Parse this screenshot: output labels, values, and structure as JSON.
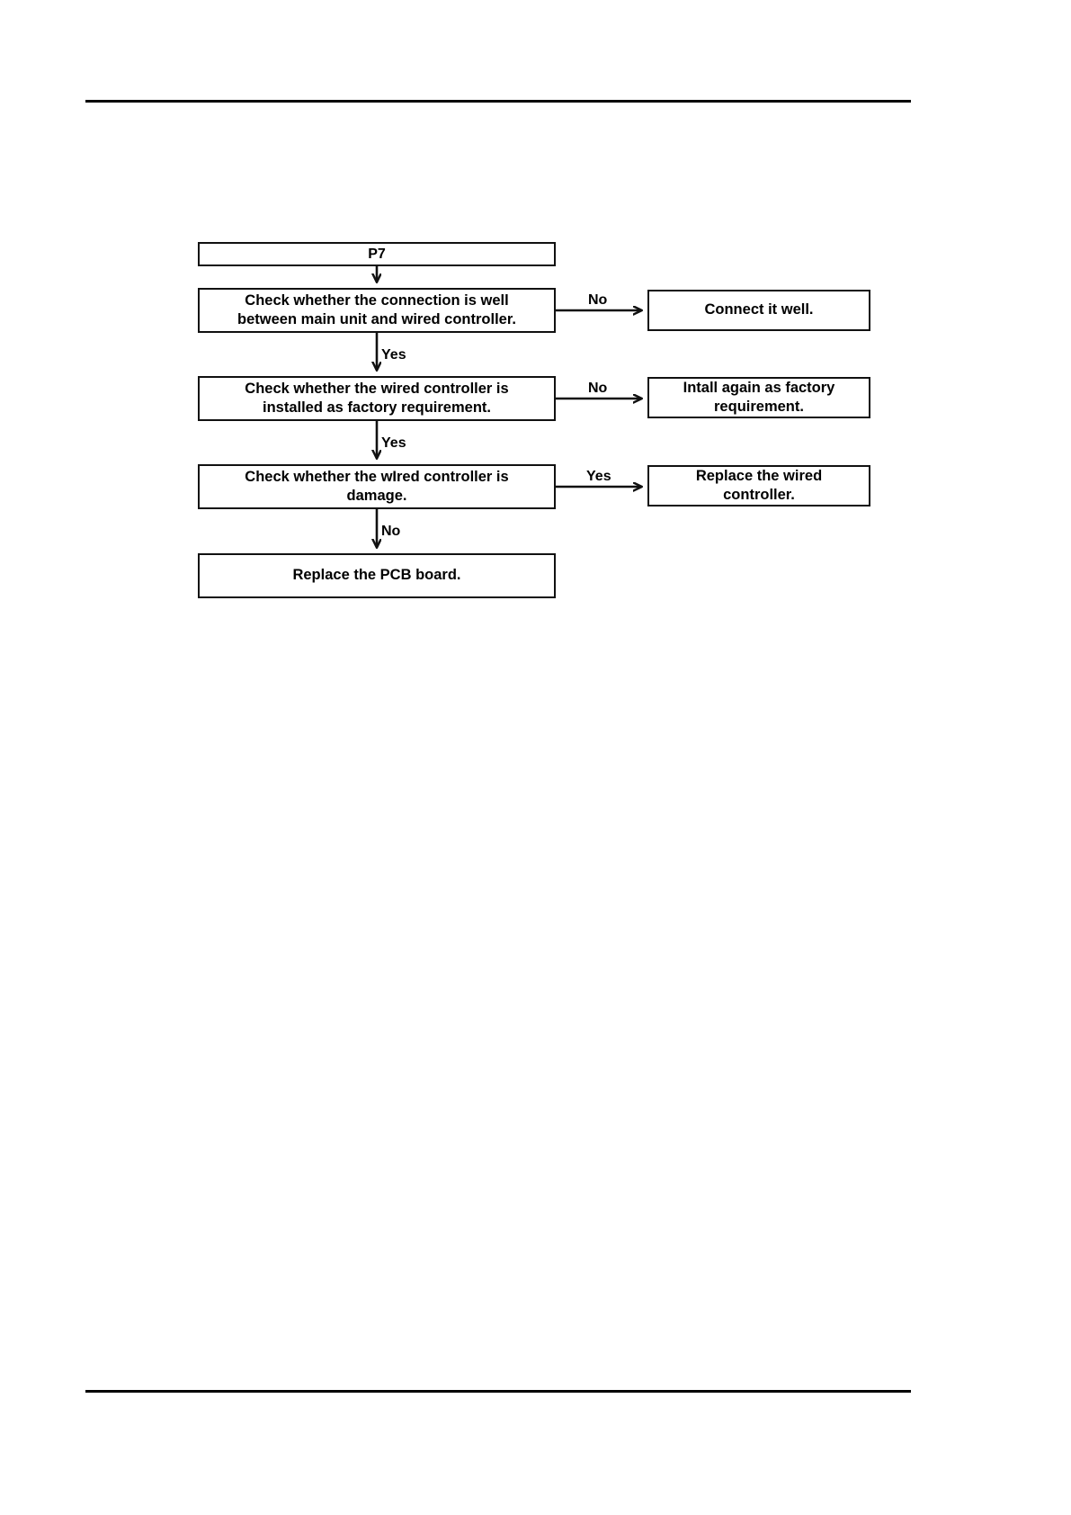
{
  "document": {
    "title": "P7 Troubleshooting Flowchart",
    "page_background": "#ffffff",
    "line_color": "#000000"
  },
  "rules": {
    "top_label": "header-rule",
    "bottom_label": "footer-rule"
  },
  "flowchart": {
    "type": "flowchart",
    "orientation": "top-to-bottom with right branches",
    "start": {
      "id": "p7",
      "label": "P7"
    },
    "decisions": [
      {
        "id": "d1",
        "label": "Check whether the connection is well\nbetween main unit and wired controller.",
        "branch_label": "No",
        "down_label": "Yes",
        "action_id": "a1"
      },
      {
        "id": "d2",
        "label": "Check whether the wired controller is\ninstalled as factory requirement.",
        "branch_label": "No",
        "down_label": "Yes",
        "action_id": "a2"
      },
      {
        "id": "d3",
        "label": "Check whether the wIred controller is\ndamage.",
        "branch_label": "Yes",
        "down_label": "No",
        "action_id": "a3"
      }
    ],
    "actions": [
      {
        "id": "a1",
        "label": "Connect it well."
      },
      {
        "id": "a2",
        "label": "Intall again as factory\nrequirement."
      },
      {
        "id": "a3",
        "label": "Replace the wired\ncontroller."
      }
    ],
    "terminal": {
      "id": "t1",
      "label": "Replace the PCB board."
    }
  }
}
